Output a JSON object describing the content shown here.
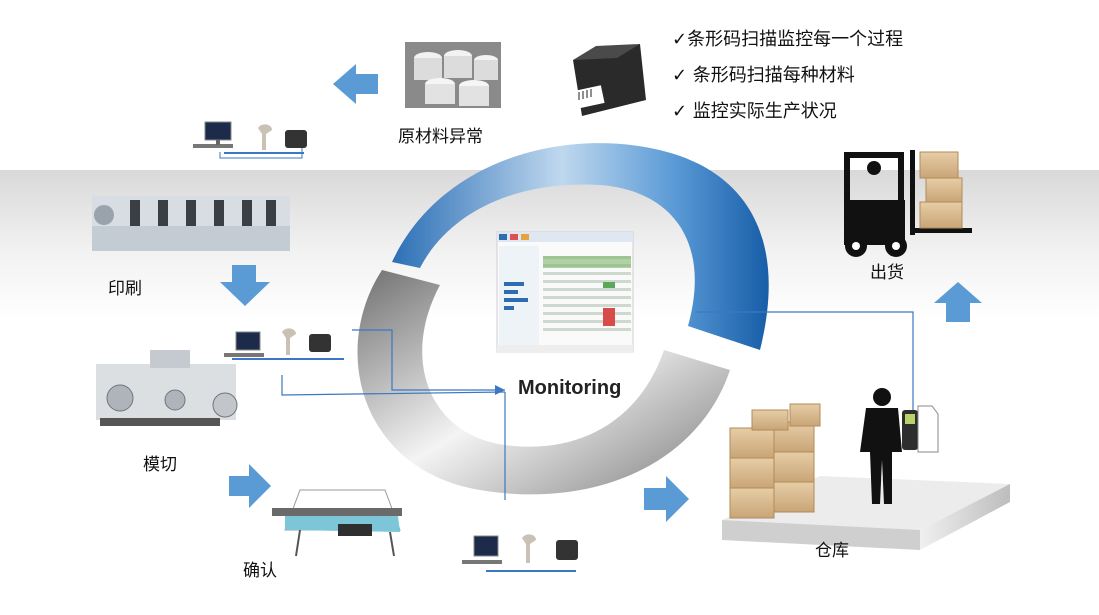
{
  "bullets": [
    "✓条形码扫描监控每一个过程",
    "✓ 条形码扫描每种材料",
    "✓ 监控实际生产状况"
  ],
  "labels": {
    "raw_material": "原材料异常",
    "printing": "印刷",
    "die_cutting": "模切",
    "confirm": "确认",
    "warehouse": "仓库",
    "shipping": "出货",
    "center": "Monitoring"
  },
  "colors": {
    "arrow_blue": "#5b9bd5",
    "ring_blue": "#1f6fb8",
    "ring_gray": "#8c8c8c",
    "line_blue": "#3a78c2"
  }
}
